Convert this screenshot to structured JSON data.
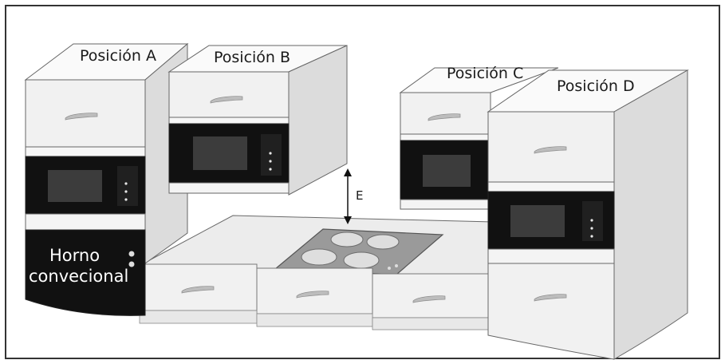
{
  "labels": {
    "pos_a": "Posición A",
    "pos_b": "Posición B",
    "pos_c": "Posición C",
    "pos_d": "Posición D",
    "dim_e": "E",
    "oven_line1": "Horno",
    "oven_line2": "convecional"
  },
  "colors": {
    "frame": "#333333",
    "panel_front": "#f1f1f1",
    "panel_side": "#dcdcdc",
    "panel_top": "#fafafa",
    "appliance": "#111111",
    "window": "#3c3c3c",
    "hob": "#9a9a9a",
    "burner": "#e2e2e2"
  },
  "icons": {
    "handle": "drawer-handle-icon",
    "burner": "burner-icon",
    "arrow": "double-arrow-icon"
  }
}
